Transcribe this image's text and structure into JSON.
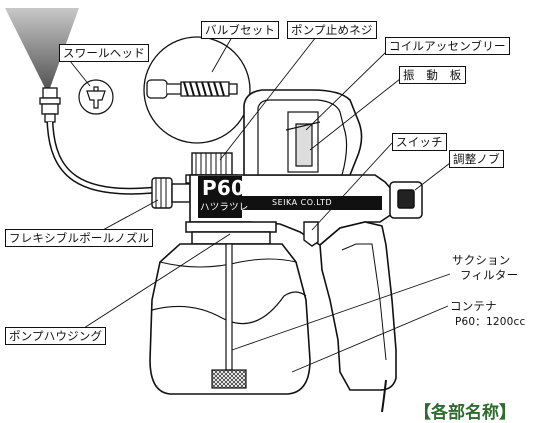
{
  "title": "【各部名称】",
  "labels": {
    "swirl_head": "スワールヘッド",
    "valve_set": "バルブセット",
    "pump_screw": "ポンプ止めネジ",
    "coil_assembly": "コイルアッセンブリー",
    "vibration_plate": "振　動　板",
    "switch": "スイッチ",
    "adjust_knob": "調整ノブ",
    "flexible_nozzle": "フレキシブルポールノズル",
    "suction_1": "サクション",
    "suction_2": "フィルター",
    "pump_housing": "ポンプハウジング",
    "container": "コンテナ",
    "container_spec": "P60：1200cc"
  },
  "product": {
    "model": "P60",
    "brand": "ハツラツレ",
    "maker_line": "SEIKA CO.LTD"
  },
  "colors": {
    "ink": "#111111",
    "title_green": "#2f6b2f",
    "spray_gray": "#9a9a9a"
  }
}
